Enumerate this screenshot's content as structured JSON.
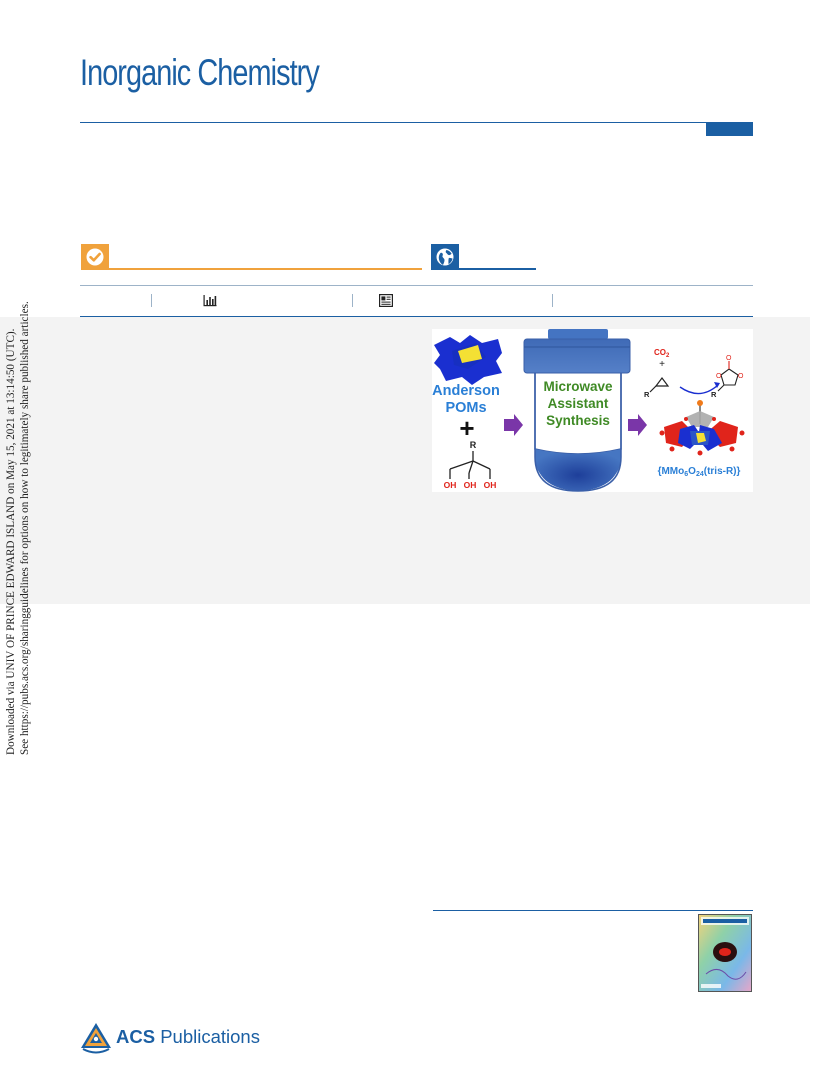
{
  "header": {
    "journal_title": "Inorganic Chemistry"
  },
  "side_note": {
    "line1": "Downloaded via UNIV OF PRINCE EDWARD ISLAND on May 15, 2021 at 13:14:50 (UTC).",
    "line2": "See https://pubs.acs.org/sharingguidelines for options on how to legitimately share published articles."
  },
  "metrics_bar": {
    "icons": [
      "bar-chart-icon",
      "article-icon"
    ]
  },
  "toc_graphic": {
    "left_labels": [
      "Anderson",
      "POMs"
    ],
    "plus": "+",
    "ligand_r": "R",
    "ligand_oh": [
      "OH",
      "OH",
      "OH"
    ],
    "vessel_label": [
      "Microwave",
      "Assistant",
      "Synthesis"
    ],
    "co2": "CO",
    "co2_sub": "2",
    "product_plus": "+",
    "product_r1": "R",
    "product_r2": "R",
    "product_o": [
      "O",
      "O",
      "O"
    ],
    "formula_parts": {
      "a": "{MMo",
      "b": "6",
      "c": "O",
      "d": "24",
      "e": "(tris-R)}"
    },
    "colors": {
      "pom_blue": "#1a2fd0",
      "pom_yellow": "#f4e034",
      "label_blue": "#2a7fd6",
      "vessel_blue": "#4676c2",
      "vessel_label_green": "#3f8a25",
      "arrow_purple": "#7a36a8",
      "formula_blue": "#2a7fd6",
      "red": "#e0241b"
    }
  },
  "footer": {
    "publisher_a": "ACS",
    "publisher_b": " Publications"
  },
  "colors": {
    "brand_blue": "#1b5fa3",
    "badge_orange": "#f0a23c"
  }
}
